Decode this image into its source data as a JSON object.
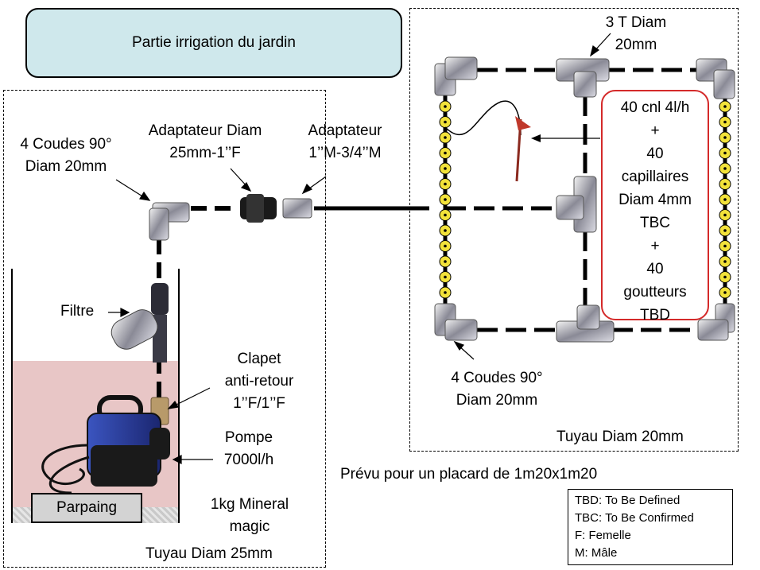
{
  "title": "Partie irrigation du jardin",
  "labels": {
    "coudes_left_1": "4 Coudes 90°",
    "coudes_left_2": "Diam 20mm",
    "adapt1_1": "Adaptateur Diam",
    "adapt1_2": "25mm-1’’F",
    "adapt2_1": "Adaptateur",
    "adapt2_2": "1’’M-3/4’’M",
    "filtre": "Filtre",
    "clapet_1": "Clapet",
    "clapet_2": "anti-retour",
    "clapet_3": "1’’F/1’’F",
    "pompe_1": "Pompe",
    "pompe_2": "7000l/h",
    "parpaing": "Parpaing",
    "mineral_1": "1kg Mineral",
    "mineral_2": "magic",
    "tuyau25": "Tuyau Diam 25mm",
    "t3_1": "3 T Diam",
    "t3_2": "20mm",
    "coudes_right_1": "4 Coudes 90°",
    "coudes_right_2": "Diam 20mm",
    "tuyau20": "Tuyau Diam 20mm",
    "placard": "Prévu pour un placard de 1m20x1m20"
  },
  "red_box": [
    "40 cnl 4l/h",
    "+",
    "40",
    "capillaires",
    "Diam 4mm",
    "TBC",
    "+",
    "40",
    "goutteurs",
    "TBD"
  ],
  "legend": [
    "TBD: To Be Defined",
    "TBC: To Be Confirmed",
    "F: Femelle",
    "M: Mâle"
  ],
  "colors": {
    "title_fill": "#cfe8ec",
    "water": "#e8c6c6",
    "dripper": "#f2e23a",
    "red_border": "#d42a2a",
    "pump_blue": "#2a3f9e"
  }
}
